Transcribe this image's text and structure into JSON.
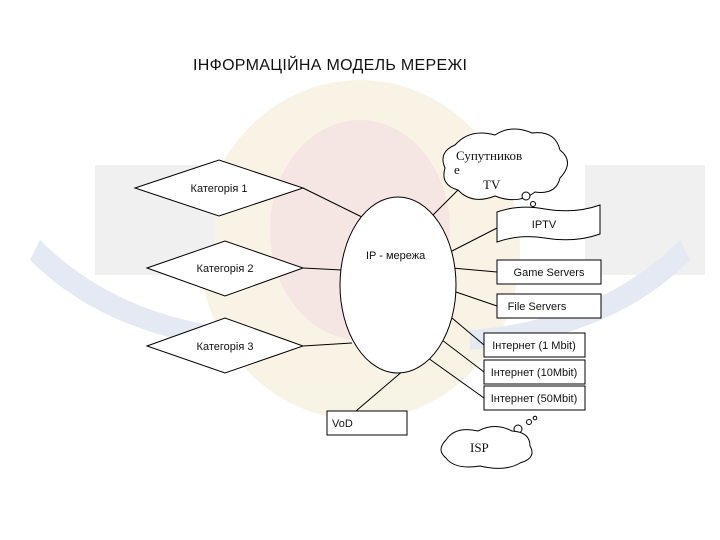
{
  "title": "ІНФОРМАЦІЙНА МОДЕЛЬ МЕРЕЖІ",
  "center": "IP - мережа",
  "categories": [
    "Категорія 1",
    "Категорія 2",
    "Категорія 3"
  ],
  "satellite": {
    "line1": "Супутников",
    "line2": "е",
    "line3": "TV"
  },
  "iptv": "IPTV",
  "services": [
    "Game Servers",
    "File Servers",
    "Інтернет (1 Mbit)",
    "Інтернет (10Mbit)",
    "Інтернет (50Mbit)"
  ],
  "vod": "VoD",
  "isp": "ISP",
  "colors": {
    "stroke": "#000000",
    "fill": "#ffffff",
    "text": "#111111"
  }
}
